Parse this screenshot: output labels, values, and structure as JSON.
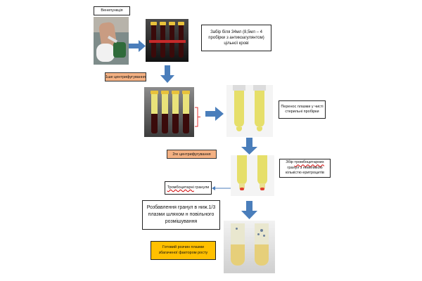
{
  "labels": {
    "venipuncture": "Венепункція",
    "blood_draw": "Забір біля 34мл (8,5мл – 4 пробірки з антикоагулянтом) цільної крові",
    "centrifuge1": "1ше  центрифугування",
    "plasma_transfer": "Перенос плазми у чисті стерильні пробірки",
    "centrifuge2": "2ге  центрифугування",
    "collect_pellets_prefix": "Збір ",
    "collect_pellets_word": "тромбоцитарних",
    "collect_pellets_suffix": " гранул з невеликою кількістю еритроцитів",
    "pellets_word": "Тромбоцитарні",
    "pellets_suffix": " гранули",
    "dilution": "Розбавлення гранул в ниж.1/3 плазми шляхом н повільного розмішування",
    "final": "Готовий розчин плазми збагаченої фактором росту"
  },
  "colors": {
    "arrow": "#4a7ebb",
    "step_fill": "#f4b183",
    "final_fill": "#ffc000",
    "bracket": "#e03030",
    "plasma": "#e9e27a",
    "blood": "#3a0a0a"
  }
}
